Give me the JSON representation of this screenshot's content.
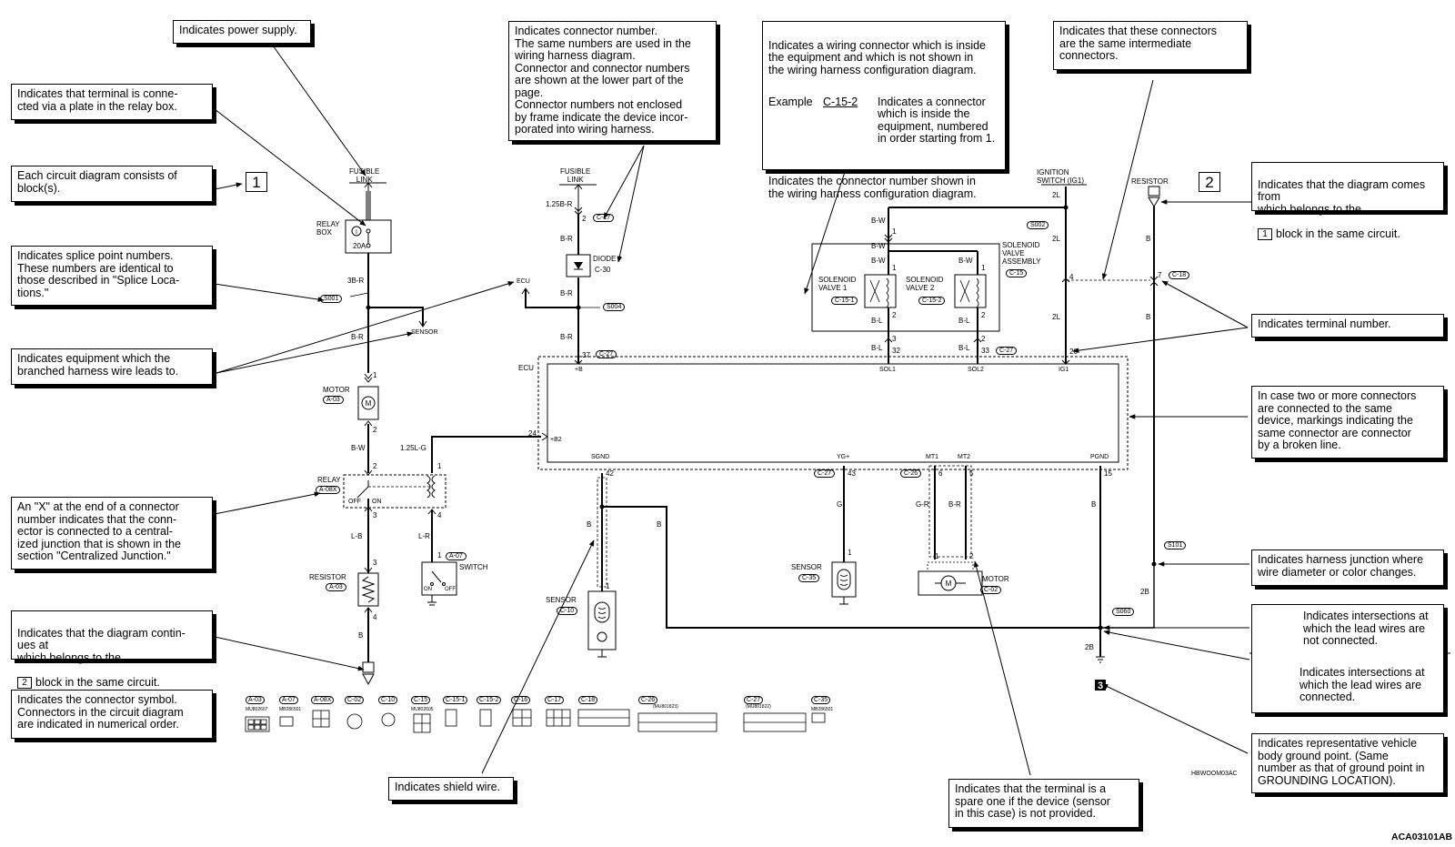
{
  "callouts": {
    "power_supply": "Indicates power supply.",
    "relay_plate": "Indicates that terminal is conne-\ncted via a plate in the relay box.",
    "blocks": "Each circuit diagram consists of\nblock(s).",
    "splice": "Indicates splice point numbers.\nThese numbers are identical to\nthose described in \"Splice Loca-\ntions.\"",
    "branched": "Indicates equipment which the\nbranched harness wire leads to.",
    "x_end": "An \"X\" at the end of a connector\nnumber indicates that the conn-\nector is connected to a central-\nized junction that is shown in the\nsection \"Centralized Junction.\"",
    "continues_a": "Indicates that the diagram contin-\nues at",
    "continues_b": "which belongs to the",
    "continues_c": "block in the same circuit.",
    "connector_symbol": "Indicates the connector symbol.\nConnectors in the circuit diagram\nare indicated in numerical order.",
    "connector_number": "Indicates connector number.\nThe same numbers are used in the\nwiring harness diagram.\nConnector and connector numbers\nare shown at the lower part of the\npage.\nConnector numbers not enclosed\nby frame indicate the device incor-\nporated into wiring harness.",
    "inside_equipment": "Indicates a wiring connector which is inside\nthe equipment and which is not shown in\nthe wiring harness configuration diagram.",
    "example_label": "Example",
    "example_code": "C-15-2",
    "example_desc": "Indicates a connector\nwhich is inside the\nequipment, numbered\nin order starting from 1.",
    "harness_config": "Indicates the connector number shown in\nthe wiring harness configuration diagram.",
    "same_intermediate": "Indicates that these connectors\nare the same intermediate\nconnectors.",
    "comes_from_a": "Indicates that the diagram comes\nfrom",
    "comes_from_b": "which belongs to the",
    "comes_from_c": "block in the same circuit.",
    "terminal_number": "Indicates terminal number.",
    "two_or_more": "In case two or more connectors\nare connected to the same\ndevice, markings indicating the\nsame connector are connector\nby a broken line.",
    "harness_junction": "Indicates harness junction where\nwire diameter or color changes.",
    "not_connected": "Indicates intersections at\nwhich the lead wires are\nnot connected.",
    "connected": "Indicates intersections at\nwhich the lead wires are\nconnected.",
    "ground_point": "Indicates representative vehicle\nbody ground point. (Same\nnumber as that of ground point in\nGROUNDING LOCATION).",
    "shield_wire": "Indicates shield wire.",
    "spare_terminal": "Indicates that the terminal is a\nspare one if the device (sensor\nin this case) is not provided."
  },
  "block_numbers": [
    "1",
    "2",
    "2",
    "1",
    "3"
  ],
  "diagram": {
    "fusible_link_1": "FUSIBLE\nLINK",
    "fusible_link_2": "FUSIBLE\nLINK",
    "relay_box": "RELAY\nBOX",
    "fuse_rating": "20A",
    "wire_3br": "3B-R",
    "wire_br": "B-R",
    "splice_s001": "S001",
    "sensor_branch": "SENSOR",
    "motor": "MOTOR",
    "conn_a03": "A-03",
    "wire_bw": "B-W",
    "relay": "RELAY",
    "conn_a08x": "A-08X",
    "off": "OFF",
    "on": "ON",
    "wire_lb": "L-B",
    "resistor": "RESISTOR",
    "wire_b": "B",
    "wire_125lg": "1.25L-G",
    "wire_lr": "L-R",
    "conn_a07": "A-07",
    "switch": "SWITCH",
    "ecu_branch": "ECU",
    "wire_125br": "1.25B-R",
    "conn_c17": "C-17",
    "diode": "DIODE",
    "conn_c30": "C-30",
    "splice_s004": "S004",
    "conn_c27": "C-27",
    "ecu": "ECU",
    "pin_b": "+B",
    "pin_b2": "+B2",
    "sgnd": "SGND",
    "ygplus": "YG+",
    "mt1": "MT1",
    "mt2": "MT2",
    "pgnd": "PGND",
    "sol1": "SOL1",
    "sol2": "SOL2",
    "ig1": "IG1",
    "sensor": "SENSOR",
    "conn_c10": "C-10",
    "conn_c35": "C-35",
    "wire_g": "G",
    "wire_gr": "G-R",
    "wire_br2": "B-R",
    "conn_c26": "C-26",
    "conn_c02": "C-02",
    "solenoid_valve_assembly": "SOLENOID\nVALVE\nASSEMBLY",
    "conn_c15": "C-15",
    "solenoid_valve_1": "SOLENOID\nVALVE 1",
    "solenoid_valve_2": "SOLENOID\nVALVE 2",
    "conn_c15_1": "C-15-1",
    "conn_c15_2": "C-15-2",
    "wire_bl": "B-L",
    "ignition_switch": "IGNITION\nSWITCH (IG1)",
    "wire_2l": "2L",
    "splice_s002": "S002",
    "conn_c18": "C-18",
    "splice_s101": "S101",
    "splice_s060": "S060",
    "wire_2b": "2B",
    "terminals": {
      "t1": "1",
      "t2": "2",
      "t3": "3",
      "t4": "4",
      "t5": "5",
      "t6": "6",
      "t7": "7",
      "t15": "15",
      "t20": "20",
      "t24": "24",
      "t32": "32",
      "t33": "33",
      "t37": "37",
      "t42": "42",
      "t43": "43"
    }
  },
  "connector_list": [
    {
      "code": "A-03",
      "part": "MU802607"
    },
    {
      "code": "A-07",
      "part": "MB286501"
    },
    {
      "code": "A-08X",
      "part": ""
    },
    {
      "code": "C-02",
      "part": ""
    },
    {
      "code": "C-10",
      "part": ""
    },
    {
      "code": "C-15",
      "part": "MU802605"
    },
    {
      "code": "C-15-1",
      "part": ""
    },
    {
      "code": "C-15-2",
      "part": ""
    },
    {
      "code": "C-16",
      "part": ""
    },
    {
      "code": "C-17",
      "part": ""
    },
    {
      "code": "C-18",
      "part": ""
    },
    {
      "code": "C-26",
      "part": "(MU801823)"
    },
    {
      "code": "C-27",
      "part": "(MU801822)"
    },
    {
      "code": "C-35",
      "part": "MB286501"
    }
  ],
  "ids": {
    "figure_code": "HBWOOM03AC",
    "page_code": "ACA03101AB"
  }
}
